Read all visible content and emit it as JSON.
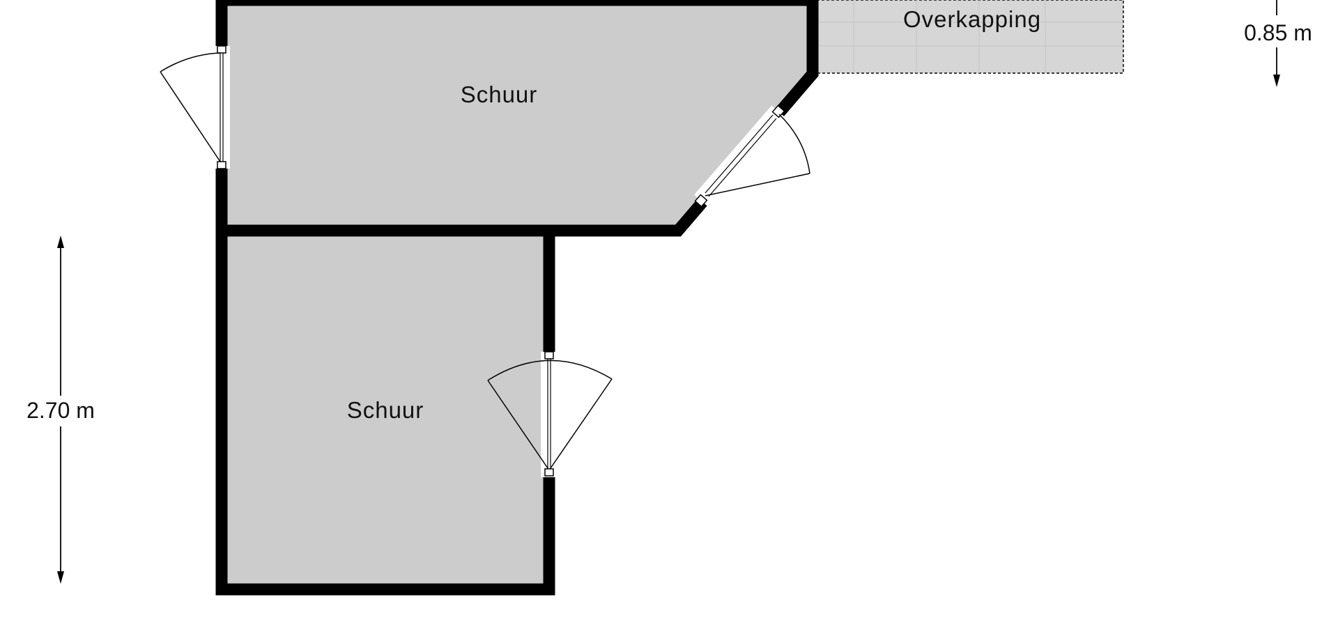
{
  "plan": {
    "colors": {
      "room_fill": "#cccccc",
      "wall": "#000000",
      "canopy_fill": "#d6d6d6",
      "canopy_outline": "#000000",
      "background": "#ffffff"
    },
    "rooms": [
      {
        "id": "upper",
        "label": "Schuur"
      },
      {
        "id": "lower",
        "label": "Schuur"
      }
    ],
    "canopy": {
      "label": "Overkapping"
    },
    "dimensions": [
      {
        "id": "left-height",
        "label": "2.70 m"
      },
      {
        "id": "right-depth",
        "label": "0.85 m"
      }
    ],
    "doors": [
      {
        "id": "upper-left-door",
        "swing": "outward-left"
      },
      {
        "id": "upper-diagonal-door",
        "swing": "outward-right"
      },
      {
        "id": "lower-right-door",
        "swing": "double-outward"
      }
    ]
  }
}
